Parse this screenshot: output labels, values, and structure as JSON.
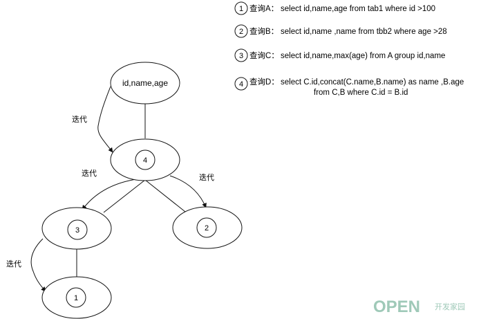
{
  "nodes": {
    "root": {
      "label": "id,name,age"
    },
    "n4": {
      "number": "4"
    },
    "n3": {
      "number": "3"
    },
    "n2": {
      "number": "2"
    },
    "n1": {
      "number": "1"
    }
  },
  "edge_labels": {
    "label": "迭代"
  },
  "queries": [
    {
      "number": "1",
      "prefix": "查询A：",
      "line1": "select id,name,age from tab1 where id >100",
      "line2": ""
    },
    {
      "number": "2",
      "prefix": "查询B：",
      "line1": "select id,name ,name from tbb2 where age >28",
      "line2": ""
    },
    {
      "number": "3",
      "prefix": "查询C：",
      "line1": "select id,name,max(age) from A group id,name",
      "line2": ""
    },
    {
      "number": "4",
      "prefix": "查询D：",
      "line1": "select C.id,concat(C.name,B.name) as name ,B.age",
      "line2": "from C,B where C.id = B.id"
    }
  ],
  "watermark": {
    "text": "OPEN",
    "sub": "开发家园",
    "color": "#9fc9b8"
  }
}
